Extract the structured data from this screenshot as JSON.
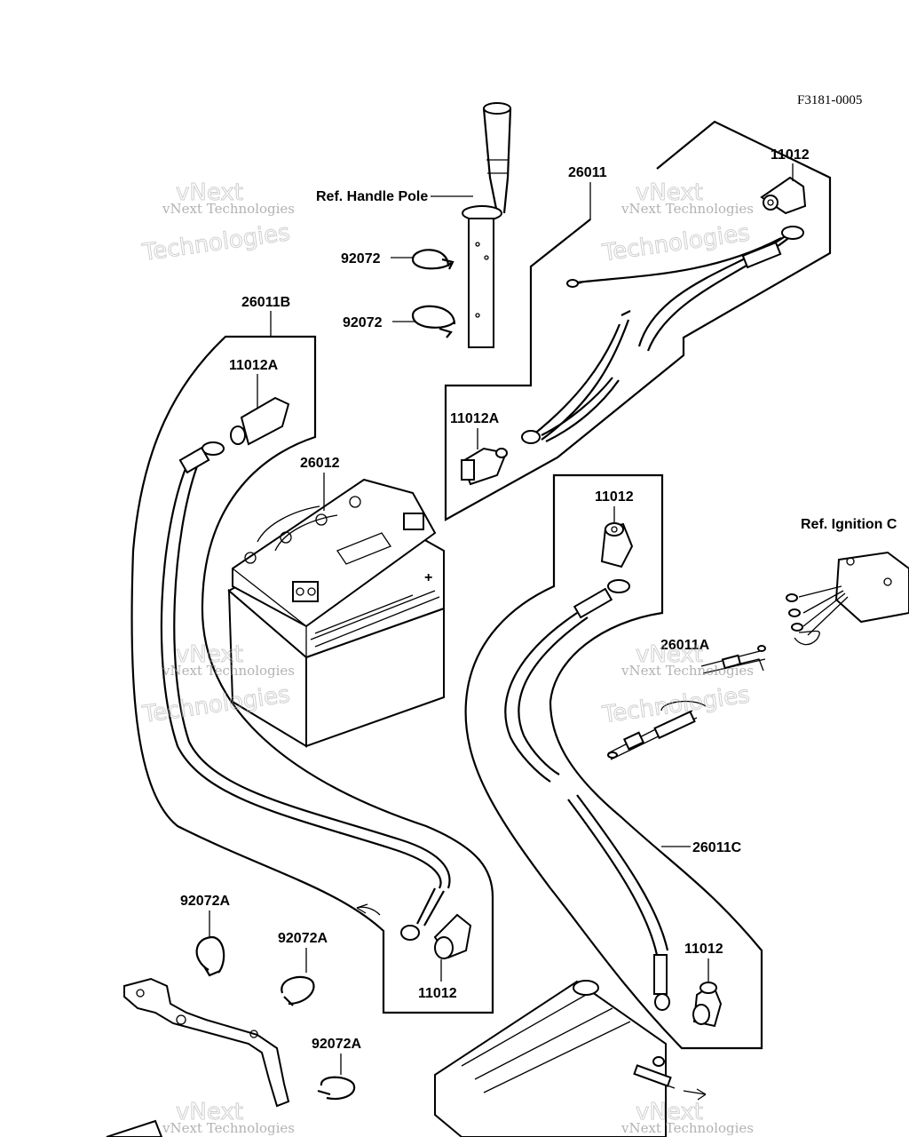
{
  "figure_code": "F3181-0005",
  "references": {
    "handle_pole": "Ref. Handle Pole",
    "ignition": "Ref. Ignition C"
  },
  "parts": {
    "p26011": "26011",
    "p11012_top": "11012",
    "p92072_a": "92072",
    "p92072_b": "92072",
    "p26011B": "26011B",
    "p11012A_left": "11012A",
    "p11012A_mid": "11012A",
    "p26012": "26012",
    "p11012_mid": "11012",
    "p26011A": "26011A",
    "p26011C": "26011C",
    "p92072A_1": "92072A",
    "p92072A_2": "92072A",
    "p92072A_3": "92072A",
    "p11012_bottom_left": "11012",
    "p11012_bottom_right": "11012"
  },
  "watermark": {
    "line1": "vNext Technologies",
    "line2": "vNext",
    "line3": "Technologies"
  }
}
